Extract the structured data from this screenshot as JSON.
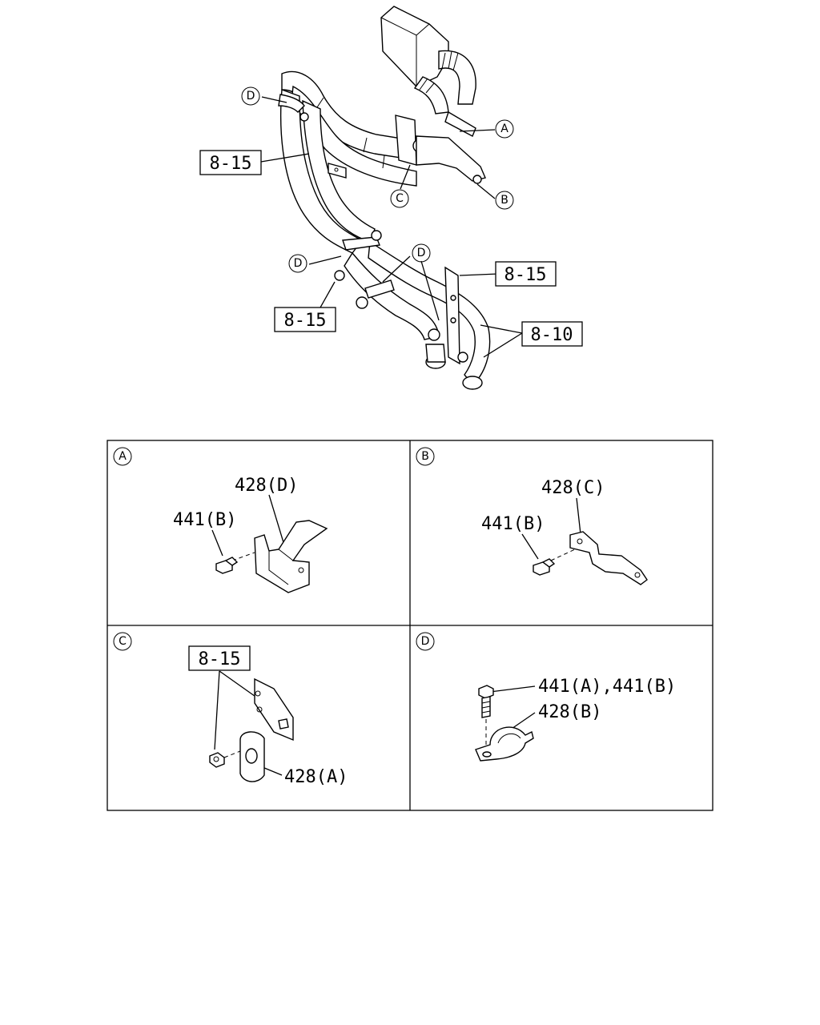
{
  "callouts": {
    "a": "A",
    "b": "B",
    "c": "C",
    "d": "D"
  },
  "refs": {
    "r815": "8-15",
    "r810": "8-10"
  },
  "parts": {
    "p428a": "428(A)",
    "p428b": "428(B)",
    "p428c": "428(C)",
    "p428d": "428(D)",
    "p441b": "441(B)",
    "p441ab": "441(A),441(B)"
  }
}
